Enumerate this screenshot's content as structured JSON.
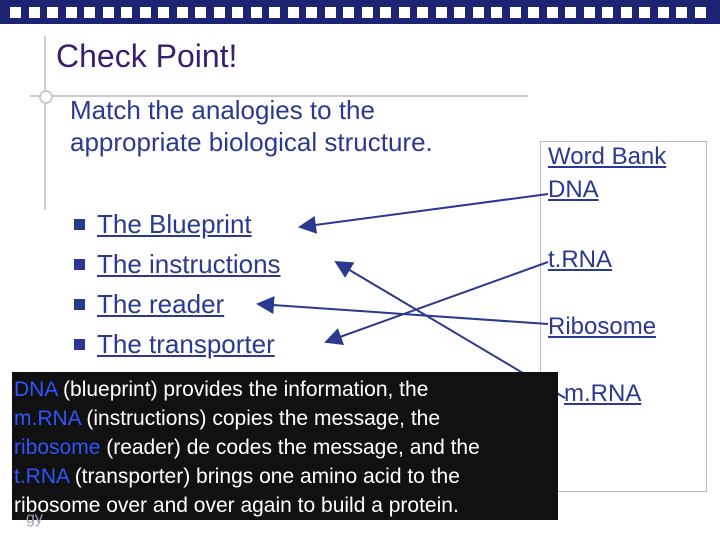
{
  "slide": {
    "title": "Check Point!",
    "prompt_line1": "Match the analogies to the",
    "prompt_line2": "appropriate biological structure.",
    "items": [
      {
        "label": "The Blueprint"
      },
      {
        "label": "The instructions"
      },
      {
        "label": "The reader"
      },
      {
        "label": "The transporter"
      }
    ],
    "word_bank": {
      "title": "Word Bank",
      "words": [
        "DNA",
        "t.RNA",
        "Ribosome",
        "m.RNA"
      ]
    },
    "answer": {
      "line1": [
        {
          "text": "DNA",
          "hl": true
        },
        {
          "text": " (blueprint) provides the information, the",
          "hl": false
        }
      ],
      "line2": [
        {
          "text": "m.RNA",
          "hl": true
        },
        {
          "text": " (instructions) copies the message, the",
          "hl": false
        }
      ],
      "line3": [
        {
          "text": "ribosome",
          "hl": true
        },
        {
          "text": " (reader) de codes the message, and the",
          "hl": false
        }
      ],
      "line4": [
        {
          "text": "t.RNA",
          "hl": true
        },
        {
          "text": " (transporter) brings one amino acid  to the",
          "hl": false
        }
      ],
      "line5": [
        {
          "text": "ribosome over and over again to build a protein.",
          "hl": false
        }
      ]
    },
    "footer_fragment": "gy",
    "colors": {
      "top_bar": "#1d2473",
      "title": "#3b1f6f",
      "body_text": "#2a3a8f",
      "highlight": "#2f55ff",
      "answer_bg": "#111111"
    }
  }
}
